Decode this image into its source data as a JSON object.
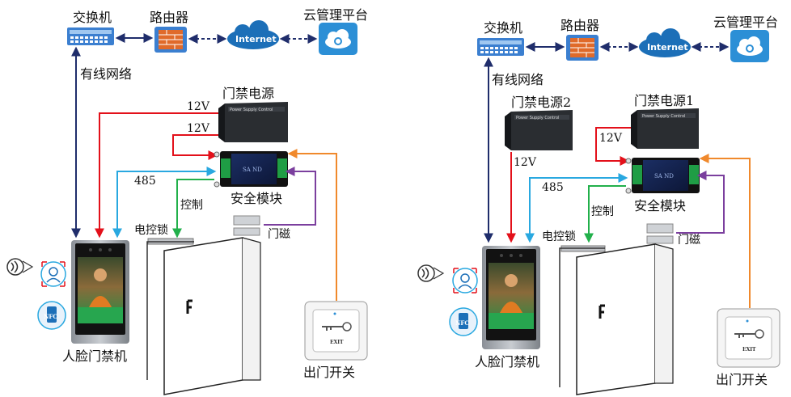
{
  "diagrams": [
    {
      "switch_label": "交换机",
      "router_label": "路由器",
      "cloud_label": "云管理平台",
      "internet_label": "Internet",
      "wired_label": "有线网络",
      "psu_label": "门禁电源",
      "psu_brand": "Power Supply Control",
      "v12_top": "12V",
      "v12_bottom": "12V",
      "bus_485": "485",
      "control_label": "控制",
      "lock_label": "电控锁",
      "module_label": "安全模块",
      "magnet_label": "门磁",
      "face_label": "人脸门禁机",
      "exit_label": "出门开关",
      "exit_button_text": "EXIT",
      "nfc_text": "NFC",
      "module_brand": "SA ND"
    },
    {
      "switch_label": "交换机",
      "router_label": "路由器",
      "cloud_label": "云管理平台",
      "internet_label": "Internet",
      "wired_label": "有线网络",
      "psu2_label": "门禁电源2",
      "psu1_label": "门禁电源1",
      "psu_brand": "Power Supply Control",
      "v12_psu1": "12V",
      "v12_psu2": "12V",
      "bus_485": "485",
      "control_label": "控制",
      "lock_label": "电控锁",
      "module_label": "安全模块",
      "magnet_label": "门磁",
      "face_label": "人脸门禁机",
      "exit_label": "出门开关",
      "exit_button_text": "EXIT",
      "nfc_text": "NFC",
      "module_brand": "SA ND"
    }
  ],
  "colors": {
    "network": "#1f2d6b",
    "power_12v": "#e3101a",
    "bus_485": "#29a8e0",
    "control": "#22b04b",
    "magnet": "#7b3f9e",
    "exit": "#f0892c",
    "internet": "#1c6fb8",
    "cloud_panel": "#2c8fd6"
  }
}
